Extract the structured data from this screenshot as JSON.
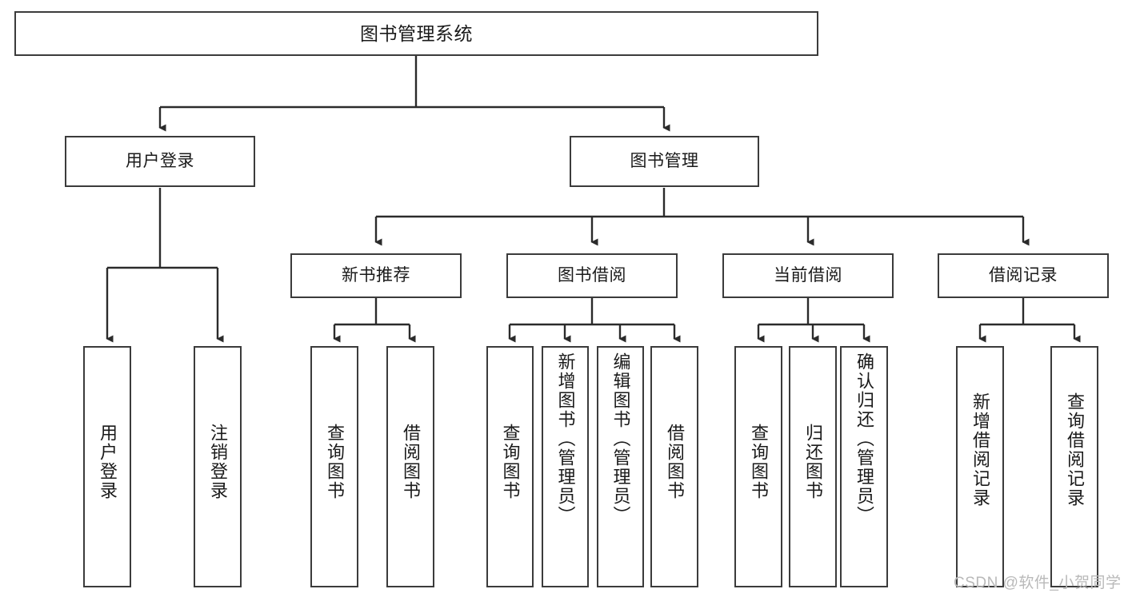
{
  "diagram": {
    "title": "图书管理系统",
    "type": "tree-hierarchy-diagram",
    "colors": {
      "background": "#ffffff",
      "box_border": "#3b3b3b",
      "box_fill": "#ffffff",
      "connector": "#2b2b2b",
      "text": "#1a1a1a",
      "watermark": "#b9b9b9"
    }
  },
  "root": {
    "label": "图书管理系统"
  },
  "level1": [
    {
      "label": "用户登录"
    },
    {
      "label": "图书管理"
    }
  ],
  "level2": [
    {
      "label": "新书推荐"
    },
    {
      "label": "图书借阅"
    },
    {
      "label": "当前借阅"
    },
    {
      "label": "借阅记录"
    }
  ],
  "leaves": {
    "user_login": [
      {
        "label": "用户登录"
      },
      {
        "label": "注销登录"
      }
    ],
    "new_book_recommend": [
      {
        "label": "查询图书"
      },
      {
        "label": "借阅图书"
      }
    ],
    "book_borrow": [
      {
        "label": "查询图书"
      },
      {
        "label": "新增图书（管理员）"
      },
      {
        "label": "编辑图书（管理员）"
      },
      {
        "label": "借阅图书"
      }
    ],
    "current_borrow": [
      {
        "label": "查询图书"
      },
      {
        "label": "归还图书"
      },
      {
        "label": "确认归还（管理员）"
      }
    ],
    "borrow_record": [
      {
        "label": "新增借阅记录"
      },
      {
        "label": "查询借阅记录"
      }
    ]
  },
  "watermark": {
    "text": "CSDN @软件_小贺同学"
  }
}
